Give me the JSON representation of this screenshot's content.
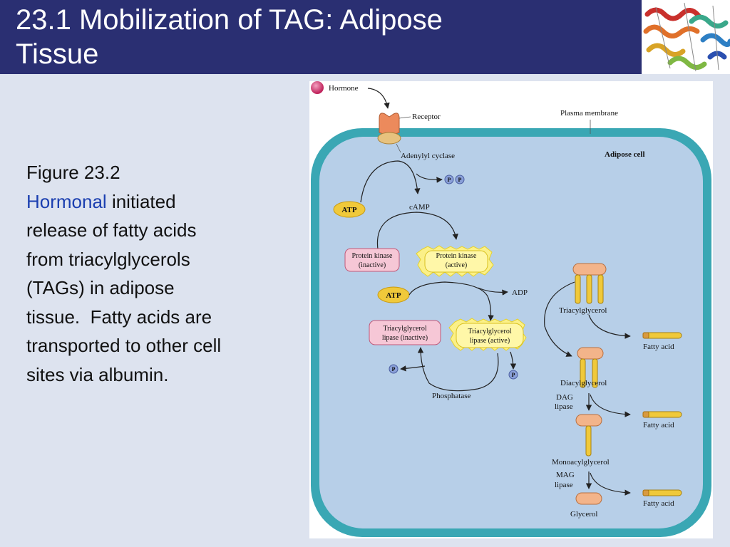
{
  "slide": {
    "title": "23.1  Mobilization of TAG:  Adipose\nTissue",
    "caption": {
      "figure": "Figure 23.2",
      "highlight": "Hormonal",
      "line1_rest": " initiated",
      "line2": "release of fatty acids",
      "line3": "from triacylglycerols",
      "line4": "(TAGs) in adipose",
      "line5": "tissue.  Fatty acids are",
      "line6": "transported to other cell",
      "line7": "sites via albumin."
    }
  },
  "diagram": {
    "hormone": "Hormone",
    "receptor": "Receptor",
    "plasma_membrane": "Plasma membrane",
    "adipose_cell": "Adipose cell",
    "adenylyl_cyclase": "Adenylyl cyclase",
    "atp": "ATP",
    "camp": "cAMP",
    "p": "P",
    "pk_inactive_1": "Protein kinase",
    "pk_inactive_2": "(inactive)",
    "pk_active_1": "Protein kinase",
    "pk_active_2": "(active)",
    "adp": "ADP",
    "tl_inactive_1": "Triacylglycerol",
    "tl_inactive_2": "lipase (inactive)",
    "tl_active_1": "Triacylglycerol",
    "tl_active_2": "lipase (active)",
    "phosphatase": "Phosphatase",
    "triacylglycerol": "Triacylglycerol",
    "diacylglycerol": "Diacylglycerol",
    "monoacylglycerol": "Monoacylglycerol",
    "glycerol": "Glycerol",
    "fatty_acid": "Fatty acid",
    "dag_lipase_1": "DAG",
    "dag_lipase_2": "lipase",
    "mag_lipase_1": "MAG",
    "mag_lipase_2": "lipase"
  },
  "colors": {
    "title_bar": "#2a2f72",
    "background": "#dde3ef",
    "highlight_text": "#1b3fb0",
    "membrane": "#3aa7b4",
    "cytoplasm": "#b7cfe8",
    "fatty_acid": "#f0c93a"
  }
}
